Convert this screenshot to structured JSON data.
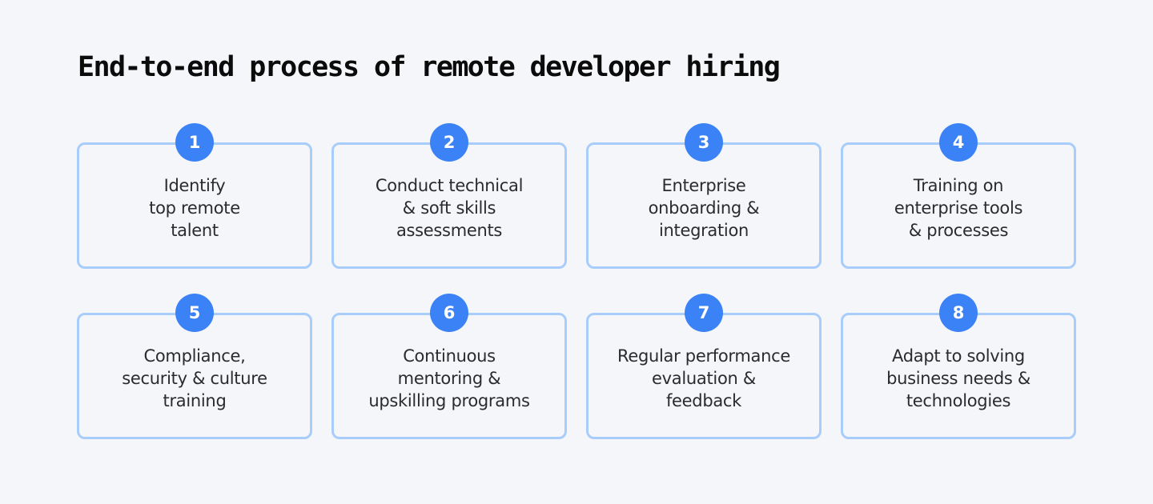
{
  "title": "End-to-end process of remote developer hiring",
  "colors": {
    "background": "#f4f6fa",
    "box_border": "#a9cdfb",
    "badge": "#3b82f6",
    "badge_text": "#ffffff",
    "title_text": "#0b0b0b",
    "body_text": "#2a2b2e"
  },
  "steps": [
    {
      "number": "1",
      "lines": [
        "Identify",
        "top remote",
        "talent"
      ]
    },
    {
      "number": "2",
      "lines": [
        "Conduct technical",
        "& soft skills",
        "assessments"
      ]
    },
    {
      "number": "3",
      "lines": [
        "Enterprise",
        "onboarding &",
        "integration"
      ]
    },
    {
      "number": "4",
      "lines": [
        "Training on",
        "enterprise tools",
        "& processes"
      ]
    },
    {
      "number": "5",
      "lines": [
        "Compliance,",
        "security & culture",
        "training"
      ]
    },
    {
      "number": "6",
      "lines": [
        "Continuous",
        "mentoring &",
        "upskilling programs"
      ]
    },
    {
      "number": "7",
      "lines": [
        "Regular performance",
        "evaluation &",
        "feedback"
      ]
    },
    {
      "number": "8",
      "lines": [
        "Adapt to solving",
        "business needs &",
        "technologies"
      ]
    }
  ]
}
